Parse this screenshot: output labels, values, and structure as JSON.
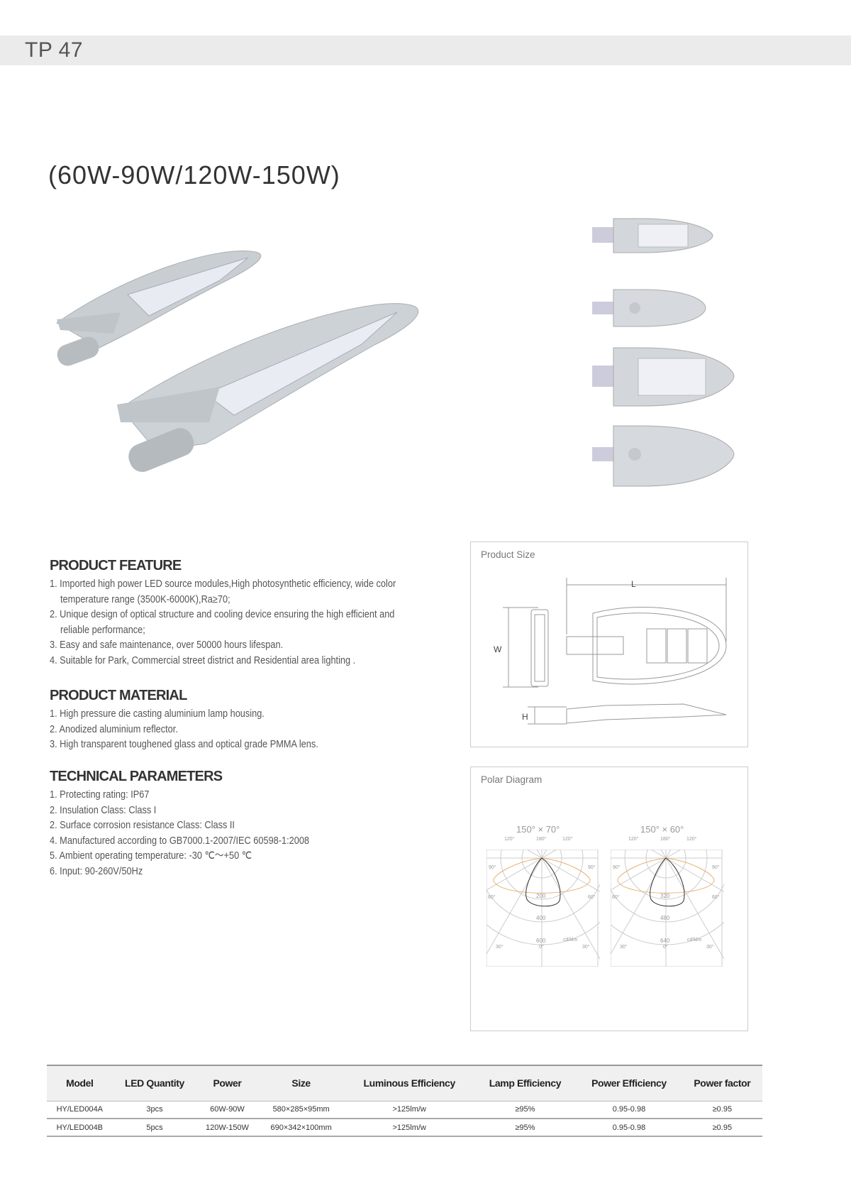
{
  "header": {
    "code": "TP 47"
  },
  "title": "(60W-90W/120W-150W)",
  "features": {
    "heading": "PRODUCT FEATURE",
    "items": [
      "1. Imported high power LED source modules,High photosynthetic efficiency, wide color",
      "temperature range (3500K-6000K),Ra≥70;",
      "2.  Unique design of optical structure and cooling device ensuring the high efficient and",
      "reliable performance;",
      "3.  Easy and safe maintenance, over 50000 hours lifespan.",
      "4.  Suitable for Park, Commercial street district and Residential area lighting ."
    ]
  },
  "material": {
    "heading": "PRODUCT MATERIAL",
    "items": [
      "1. High pressure die casting aluminium lamp housing.",
      "2. Anodized aluminium reflector.",
      "3. High transparent toughened glass and optical grade PMMA lens."
    ]
  },
  "technical": {
    "heading": "TECHNICAL PARAMETERS",
    "items": [
      "1. Protecting rating: IP67",
      "2. Insulation Class: Class I",
      "2. Surface corrosion resistance Class: Class II",
      "4. Manufactured according to GB7000.1-2007/IEC 60598-1:2008",
      "5. Ambient operating temperature: -30 ℃～+50 ℃",
      "6. Input: 90-260V/50Hz"
    ]
  },
  "product_size": {
    "label": "Product Size",
    "dims": {
      "l": "L",
      "w": "W",
      "h": "H"
    }
  },
  "polar": {
    "label": "Polar Diagram",
    "diagrams": [
      {
        "title": "150° × 70°",
        "rings": [
          "200",
          "400",
          "600"
        ],
        "unit": "cd/klm"
      },
      {
        "title": "150° × 60°",
        "rings": [
          "320",
          "480",
          "640"
        ],
        "unit": "cd/klm"
      }
    ],
    "angles": {
      "top": "180°",
      "tl": "120°",
      "tr": "120°",
      "l90": "90°",
      "r90": "90°",
      "l60": "60°",
      "r60": "60°",
      "l30": "30°",
      "r30": "30°",
      "bottom": "0°"
    },
    "colors": {
      "c0": "#333333",
      "c90": "#e8b070"
    }
  },
  "table": {
    "headers": [
      "Model",
      "LED Quantity",
      "Power",
      "Size",
      "Luminous Efficiency",
      "Lamp Efficiency",
      "Power Efficiency",
      "Power factor"
    ],
    "rows": [
      [
        "HY/LED004A",
        "3pcs",
        "60W-90W",
        "580×285×95mm",
        ">125lm/w",
        "≥95%",
        "0.95-0.98",
        "≥0.95"
      ],
      [
        "HY/LED004B",
        "5pcs",
        "120W-150W",
        "690×342×100mm",
        ">125lm/w",
        "≥95%",
        "0.95-0.98",
        "≥0.95"
      ]
    ]
  }
}
